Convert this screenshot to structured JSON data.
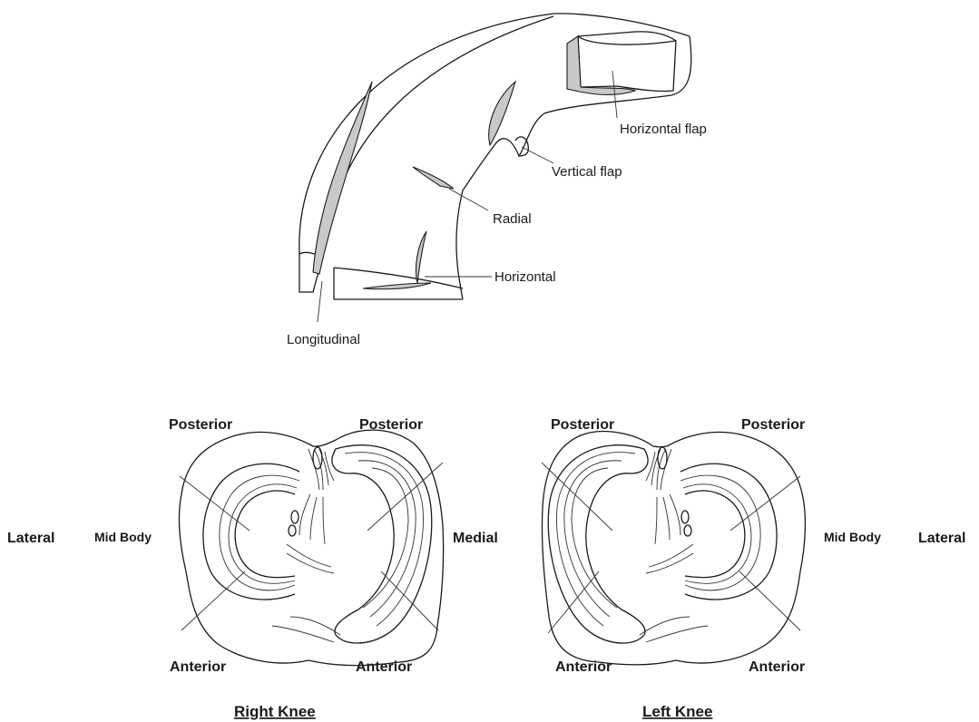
{
  "tear_diagram": {
    "labels": {
      "horizontal_flap": "Horizontal flap",
      "vertical_flap": "Vertical flap",
      "radial": "Radial",
      "horizontal": "Horizontal",
      "longitudinal": "Longitudinal"
    }
  },
  "right_knee": {
    "caption": "Right Knee",
    "posterior_left": "Posterior",
    "posterior_right": "Posterior",
    "lateral": "Lateral",
    "mid_body": "Mid Body",
    "medial": "Medial",
    "anterior_left": "Anterior",
    "anterior_right": "Anterior"
  },
  "left_knee": {
    "caption": "Left Knee",
    "posterior_left": "Posterior",
    "posterior_right": "Posterior",
    "mid_body": "Mid Body",
    "lateral": "Lateral",
    "anterior_left": "Anterior",
    "anterior_right": "Anterior"
  },
  "colors": {
    "line": "#1a1a1a",
    "shading": "#c9c9c9"
  }
}
